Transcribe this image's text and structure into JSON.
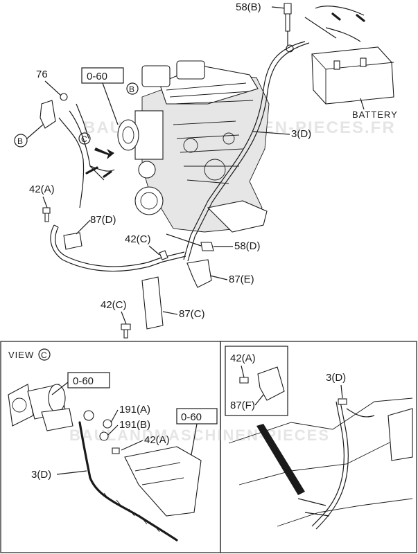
{
  "watermark": "BAULANDMASCHINEN-PIECES.FR",
  "watermark_lower": "BAULANDMASCHINEN-PIECES",
  "top": {
    "ref_0_60": "0-60",
    "circle_b": "B",
    "circle_c": "C",
    "battery": "BATTERY",
    "part_58b": "58(B)",
    "part_76": "76",
    "part_3d": "3(D)",
    "part_42a": "42(A)",
    "part_87d": "87(D)",
    "part_42c_upper": "42(C)",
    "part_58d": "58(D)",
    "part_87e": "87(E)",
    "part_42c_lower": "42(C)",
    "part_87c": "87(C)"
  },
  "view_c": {
    "title": "VIEW",
    "circle_c": "C",
    "ref_0_60_a": "0-60",
    "ref_0_60_b": "0-60",
    "part_191a": "191(A)",
    "part_191b": "191(B)",
    "part_42a": "42(A)",
    "part_3d": "3(D)"
  },
  "detail": {
    "part_42a": "42(A)",
    "part_87f": "87(F)",
    "part_3d": "3(D)"
  }
}
